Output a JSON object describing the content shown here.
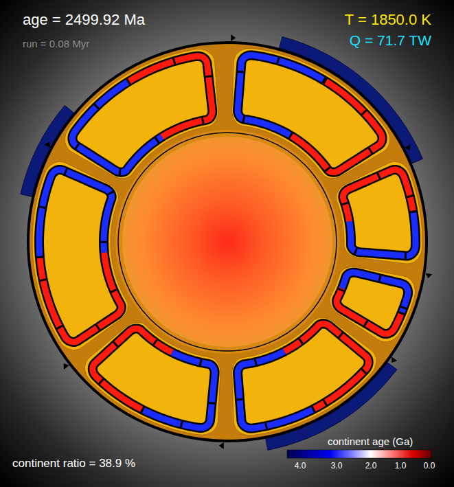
{
  "diagram": {
    "labels": [
      "age = 2499.92 Ma",
      "run = 0.08 Myr",
      "T = 1850.0 K",
      "Q = 71.7 TW",
      "continent age (Ga)",
      "4.0",
      "3.0",
      "2.0",
      "1.0",
      "0.0",
      "continent ratio = 38.9 %"
    ]
  }
}
